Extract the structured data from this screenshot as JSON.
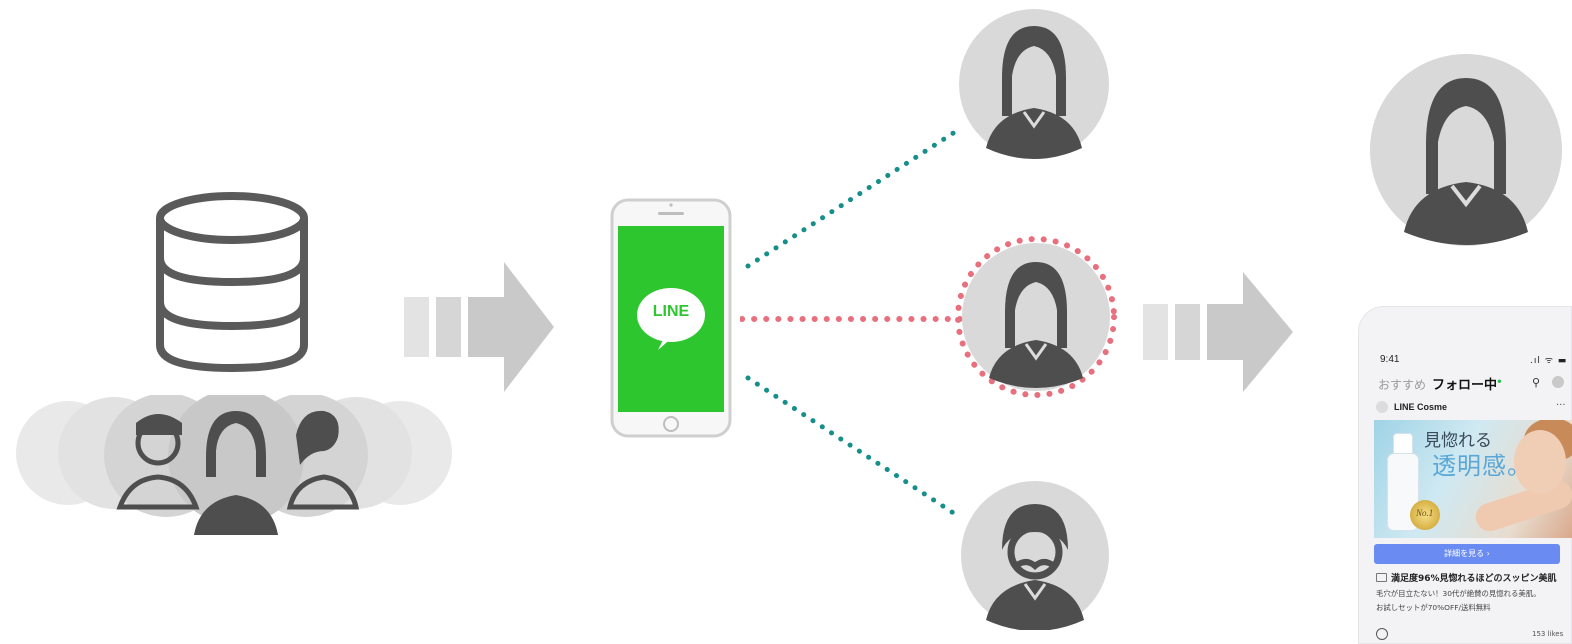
{
  "phone_left": {
    "app_label": "LINE"
  },
  "feed_phone": {
    "status_time": "9:41",
    "status_icons": ".ıl ᯤ ▬",
    "tab_recommended": "おすすめ",
    "tab_following": "フォロー中",
    "account_name": "LINE Cosme",
    "more": "···",
    "banner_line1": "見惚れる",
    "banner_line2": "透明感。",
    "medal_text": "No.1",
    "cta_label": "詳細を見る ›",
    "headline": "満足度96%見惚れるほどのスッピン美肌",
    "desc_line1": "毛穴が目立たない！30代が絶賛の見惚れる美肌。",
    "desc_line2": "お試しセットが70%OFF/送料無料",
    "likes": "153 likes"
  },
  "colors": {
    "icon_gray": "#555555",
    "line_green": "#2ec62e",
    "teal_dots": "#168f8a",
    "pink_dots": "#e8707e",
    "arrow_gray": "#c8c8c8",
    "circle_gray": "#d9d9d9"
  },
  "icons": {
    "database": "database-icon",
    "arrow": "block-arrow-icon",
    "smartphone": "smartphone-icon",
    "person": "person-icon"
  }
}
